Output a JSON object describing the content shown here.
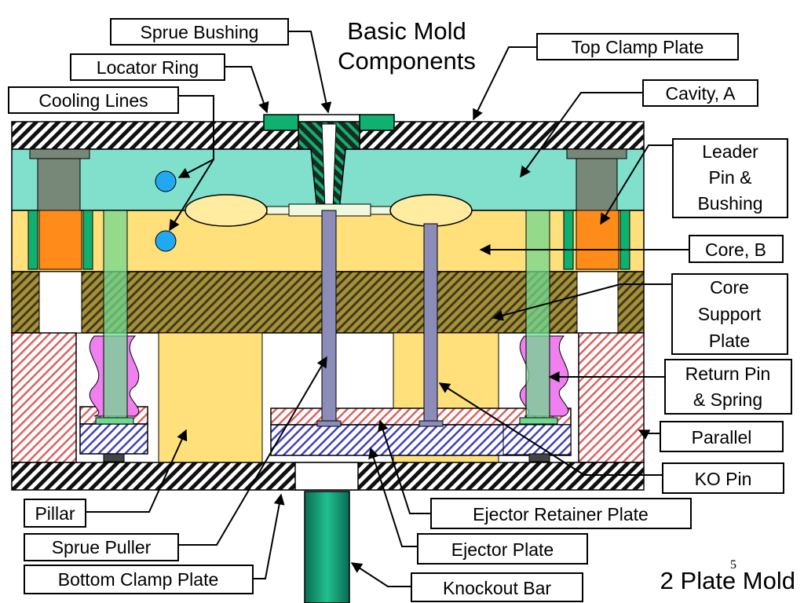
{
  "title_line1": "Basic Mold",
  "title_line2": "Components",
  "footer_title": "2 Plate Mold",
  "page_number": "5",
  "labels": {
    "sprue_bushing": "Sprue Bushing",
    "locator_ring": "Locator Ring",
    "cooling_lines": "Cooling Lines",
    "top_clamp_plate": "Top Clamp Plate",
    "cavity_a": "Cavity, A",
    "leader_l1": "Leader",
    "leader_l2": "Pin &",
    "leader_l3": "Bushing",
    "core_b": "Core, B",
    "core_support_l1": "Core",
    "core_support_l2": "Support",
    "core_support_l3": "Plate",
    "return_l1": "Return Pin",
    "return_l2": "& Spring",
    "parallel": "Parallel",
    "ko_pin": "KO Pin",
    "pillar": "Pillar",
    "ejector_retainer_plate": "Ejector Retainer Plate",
    "sprue_puller": "Sprue Puller",
    "ejector_plate": "Ejector Plate",
    "bottom_clamp_plate": "Bottom Clamp Plate",
    "knockout_bar": "Knockout Bar"
  },
  "colors": {
    "cavity": "#80e0cc",
    "core": "#ffe07a",
    "leader_bushing": "#ff8c1a",
    "leader_pin": "#788878",
    "return_pin": "#70d890",
    "spring": "#f080f0",
    "ko_pin": "#8c8cb8",
    "cooling": "#20a8f0",
    "knockout_bar": "#10a080",
    "locator_ring": "#10b070"
  }
}
